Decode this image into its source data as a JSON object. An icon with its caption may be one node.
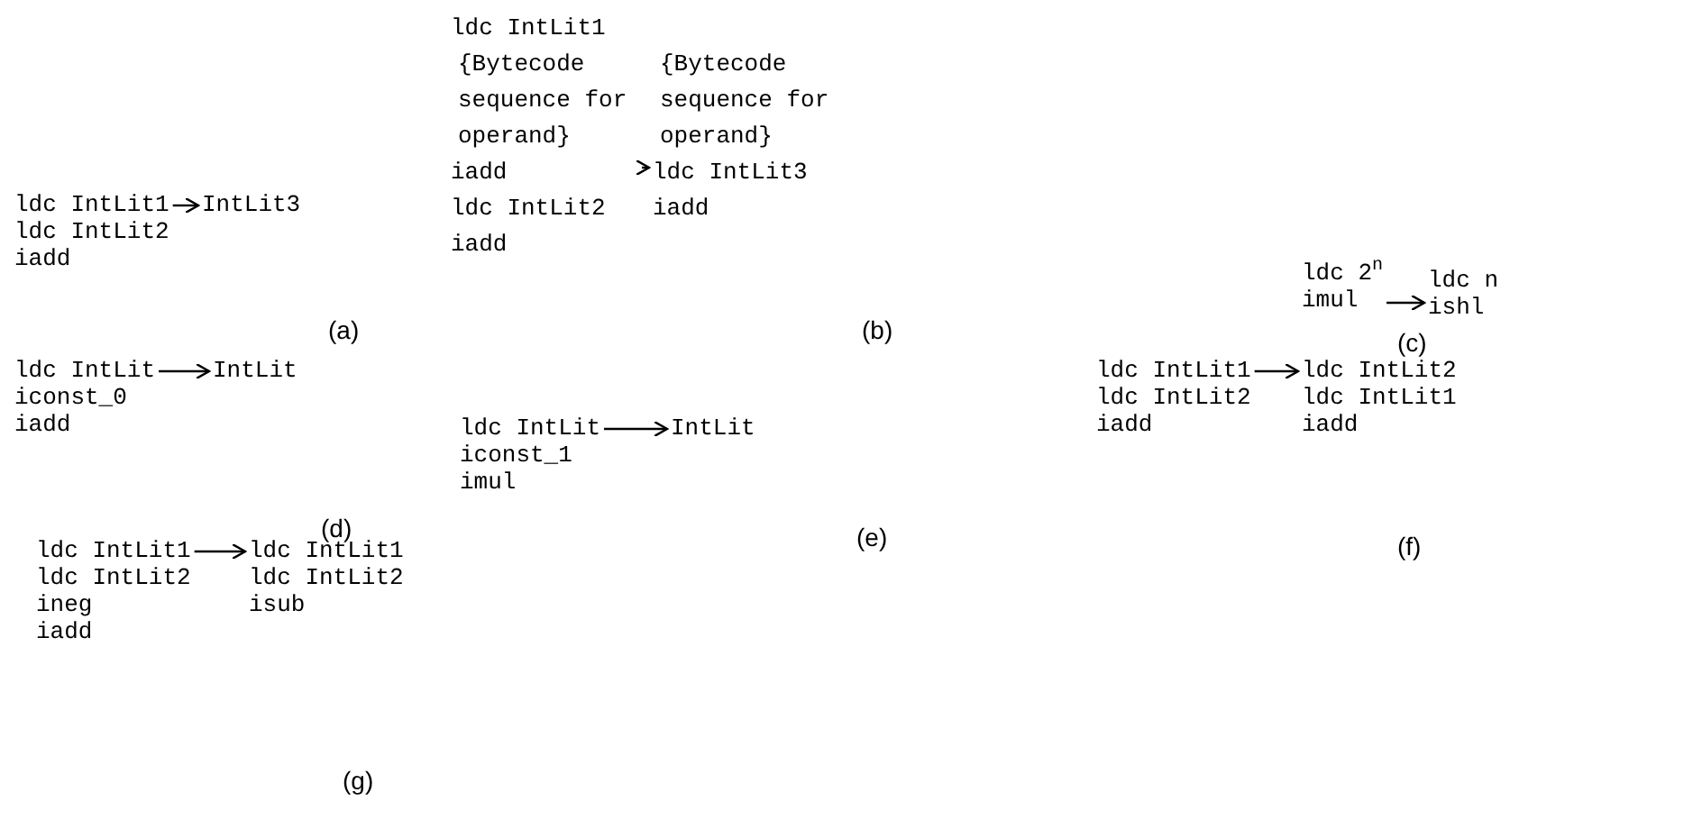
{
  "diagram": {
    "nodes": [
      {
        "text": [
          "ldc IntLit1",
          "ldc IntLit2",
          "iadd"
        ]
      },
      {
        "text": [
          "IntLit3"
        ]
      },
      {
        "text": [
          "ldc IntLit1",
          "{Bytecode sequence for operand}",
          "iadd",
          "ldc IntLit2",
          "iadd"
        ]
      },
      {
        "text": [
          "{Bytecode sequence for operand}",
          "ldc IntLit3",
          "iadd"
        ]
      },
      {
        "text": [
          "ldc 2$^{n}$",
          "imul"
        ]
      },
      {
        "text": [
          "ldc n",
          "ishl"
        ]
      },
      {
        "text": [
          "ldc IntLit",
          "iconst_0",
          "iadd"
        ]
      },
      {
        "text": [
          "IntLit"
        ]
      },
      {
        "text": [
          "ldc IntLit",
          "iconst_1",
          "imul"
        ]
      },
      {
        "text": [
          "IntLit"
        ]
      },
      {
        "text": [
          "ldc IntLit1",
          "ldc IntLit2",
          "iadd"
        ]
      },
      {
        "text": [
          "ldc IntLit2",
          "ldc IntLit1",
          "iadd"
        ]
      },
      {
        "text": [
          "ldc IntLit1",
          "ldc IntLit2",
          "ineg",
          "iadd"
        ]
      },
      {
        "text": [
          "ldc IntLit1",
          "ldc IntLit2",
          "isub"
        ]
      }
    ],
    "edges": [
      {
        "from": 0,
        "to": 1,
        "arrow": "to"
      },
      {
        "from": 2,
        "to": 3,
        "arrow": "to"
      },
      {
        "from": 4,
        "to": 5,
        "arrow": "to"
      },
      {
        "from": 6,
        "to": 7,
        "arrow": "to"
      },
      {
        "from": 8,
        "to": 9,
        "arrow": "to"
      },
      {
        "from": 10,
        "to": 11,
        "arrow": "to"
      },
      {
        "from": 12,
        "to": 13,
        "arrow": "to"
      }
    ],
    "labels": [
      "(a)",
      "(b)",
      "(c)",
      "(d)",
      "(e)",
      "(f)",
      "(g)"
    ]
  }
}
